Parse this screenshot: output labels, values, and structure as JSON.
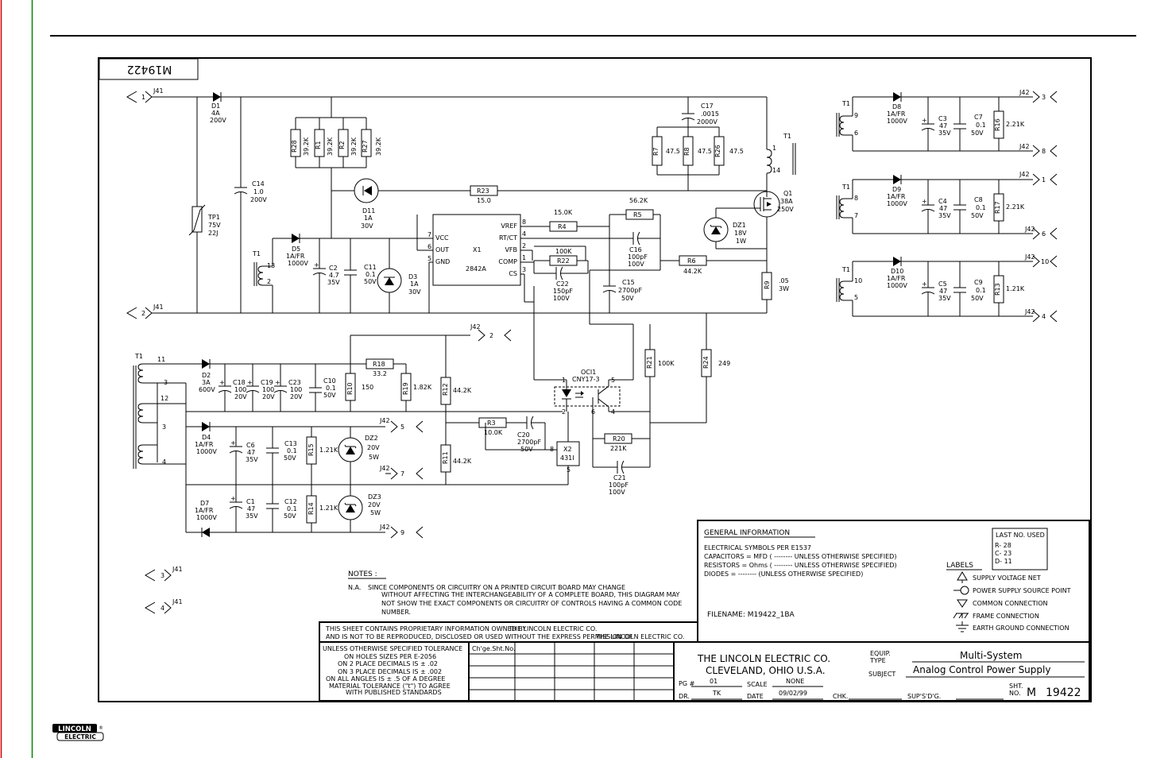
{
  "drawing_id": "M19422",
  "connectors": {
    "j41": "J41",
    "j42": "J42",
    "j41_pins": [
      "1",
      "2",
      "3",
      "4"
    ],
    "j42_pins": [
      "3",
      "8",
      "1",
      "6",
      "10",
      "4",
      "2",
      "5",
      "7",
      "9"
    ]
  },
  "components": {
    "d1": [
      "D1",
      "4A",
      "200V"
    ],
    "tp1": [
      "TP1",
      "75V",
      "22J"
    ],
    "c14": [
      "C14",
      "1.0",
      "200V"
    ],
    "r28": [
      "R28",
      "39.2K"
    ],
    "r1": [
      "R1",
      "39.2K"
    ],
    "r2": [
      "R2",
      "39.2K"
    ],
    "r27": [
      "R27",
      "39.2K"
    ],
    "d11": [
      "D11",
      "1A",
      "30V"
    ],
    "r23": [
      "R23",
      "15.0"
    ],
    "c17": [
      "C17",
      ".0015",
      "2000V"
    ],
    "r7": [
      "R7",
      "47.5"
    ],
    "r8": [
      "R8",
      "47.5"
    ],
    "r26": [
      "R26",
      "47.5"
    ],
    "q1": [
      "Q1",
      "38A",
      "250V"
    ],
    "dz1": [
      "DZ1",
      "18V",
      "1W"
    ],
    "d5": [
      "D5",
      "1A/FR",
      "1000V"
    ],
    "c2": [
      "C2",
      "4.7",
      "35V"
    ],
    "c11": [
      "C11",
      "0.1",
      "50V"
    ],
    "d3": [
      "D3",
      "1A",
      "30V"
    ],
    "x1": [
      "X1",
      "2842A"
    ],
    "x1_pins": [
      "VCC",
      "OUT",
      "GND",
      "VREF",
      "RT/CT",
      "VFB",
      "COMP",
      "CS"
    ],
    "x1_pin_nums": [
      "7",
      "6",
      "5",
      "8",
      "4",
      "2",
      "1",
      "3"
    ],
    "r4": [
      "R4",
      "15.0K"
    ],
    "r5": [
      "R5",
      "56.2K"
    ],
    "r22": [
      "R22",
      "100K"
    ],
    "c22": [
      "C22",
      "150pF",
      "100V"
    ],
    "c16": [
      "C16",
      "100pF",
      "100V"
    ],
    "c15": [
      "C15",
      "2700pF",
      "50V"
    ],
    "r6": [
      "R6",
      "44.2K"
    ],
    "r9": [
      "R9",
      ".05",
      "3W"
    ],
    "d8": [
      "D8",
      "1A/FR",
      "1000V"
    ],
    "c3": [
      "C3",
      "47",
      "35V"
    ],
    "c7": [
      "C7",
      "0.1",
      "50V"
    ],
    "r16": [
      "R16",
      "2.21K"
    ],
    "d9": [
      "D9",
      "1A/FR",
      "1000V"
    ],
    "c4": [
      "C4",
      "47",
      "35V"
    ],
    "c8": [
      "C8",
      "0.1",
      "50V"
    ],
    "r17": [
      "R17",
      "2.21K"
    ],
    "d10": [
      "D10",
      "1A/FR",
      "1000V"
    ],
    "c5": [
      "C5",
      "47",
      "35V"
    ],
    "c9": [
      "C9",
      "0.1",
      "50V"
    ],
    "r13": [
      "R13",
      "1.21K"
    ],
    "d2": [
      "D2",
      "3A",
      "600V"
    ],
    "c18": [
      "C18",
      "100",
      "20V"
    ],
    "c19": [
      "C19",
      "100",
      "20V"
    ],
    "c23": [
      "C23",
      "100",
      "20V"
    ],
    "c10": [
      "C10",
      "0.1",
      "50V"
    ],
    "r10": [
      "R10",
      "150"
    ],
    "r18": [
      "R18",
      "33.2"
    ],
    "r19": [
      "R19",
      "1.82K"
    ],
    "r12": [
      "R12",
      "44.2K"
    ],
    "r11": [
      "R11",
      "44.2K"
    ],
    "r3": [
      "R3",
      "10.0K"
    ],
    "c20": [
      "C20",
      "2700pF",
      "50V"
    ],
    "x2": [
      "X2",
      "431I"
    ],
    "oci1": [
      "OCI1",
      "CNY17-3"
    ],
    "r20": [
      "R20",
      "221K"
    ],
    "c21": [
      "C21",
      "100pF",
      "100V"
    ],
    "r21": [
      "R21",
      "100K"
    ],
    "r24": [
      "R24",
      "249"
    ],
    "d4": [
      "D4",
      "1A/FR",
      "1000V"
    ],
    "c6": [
      "C6",
      "47",
      "35V"
    ],
    "c13": [
      "C13",
      "0.1",
      "50V"
    ],
    "r15": [
      "R15",
      "1.21K"
    ],
    "dz2": [
      "DZ2",
      "20V",
      "5W"
    ],
    "d7": [
      "D7",
      "1A/FR",
      "1000V"
    ],
    "c1": [
      "C1",
      "47",
      "35V"
    ],
    "c12": [
      "C12",
      "0.1",
      "50V"
    ],
    "r14": [
      "R14",
      "1.21K"
    ],
    "dz3": [
      "DZ3",
      "20V",
      "5W"
    ],
    "t1": "T1"
  },
  "pin_labels": {
    "t1_top": [
      "1",
      "14"
    ],
    "t1_aux": [
      "13",
      "2"
    ],
    "t1_out1": [
      "9",
      "6"
    ],
    "t1_out2": [
      "8",
      "7"
    ],
    "t1_out3": [
      "10",
      "5"
    ],
    "t1_left": [
      "11",
      "3",
      "12",
      "3",
      "4"
    ],
    "oci1": [
      "1",
      "2",
      "6",
      "5",
      "4"
    ],
    "x2": [
      "8",
      "5"
    ]
  },
  "notes": {
    "title": "NOTES :",
    "na": "N.A.",
    "lines": [
      "SINCE COMPONENTS OR CIRCUITRY ON A PRINTED CIRCUIT BOARD MAY CHANGE",
      "WITHOUT AFFECTING THE INTERCHANGEABILITY OF A COMPLETE BOARD, THIS DIAGRAM MAY",
      "NOT SHOW THE EXACT COMPONENTS OR CIRCUITRY OF CONTROLS HAVING A COMMON CODE",
      "NUMBER."
    ]
  },
  "general_info": {
    "title": "GENERAL INFORMATION",
    "lines": [
      "ELECTRICAL SYMBOLS PER E1537",
      "CAPACITORS =    MFD  (  --------    UNLESS OTHERWISE SPECIFIED)",
      "RESISTORS = Ohms (    --------   UNLESS OTHERWISE SPECIFIED)",
      "DIODES =     --------     (UNLESS OTHERWISE SPECIFIED)"
    ],
    "filename": "FILENAME: M19422_1BA"
  },
  "last_no_used": {
    "title": "LAST NO. USED",
    "rows": [
      "R-  28",
      "C-  23",
      "D-  11"
    ]
  },
  "labels_legend": {
    "title": "LABELS",
    "items": [
      "SUPPLY  VOLTAGE NET",
      "POWER SUPPLY SOURCE POINT",
      "COMMON CONNECTION",
      "FRAME CONNECTION",
      "EARTH GROUND CONNECTION"
    ]
  },
  "proprietary": {
    "line1a": "THIS SHEET CONTAINS PROPRIETARY INFORMATION OWNED BY",
    "line1b": "THE LINCOLN ELECTRIC CO.",
    "line2a": "AND IS NOT TO BE REPRODUCED, DISCLOSED OR USED WITHOUT THE EXPRESS PERMISSION OF",
    "line2b": "THE LINCOLN ELECTRIC CO."
  },
  "tolerance": [
    "UNLESS OTHERWISE SPECIFIED TOLERANCE",
    "ON HOLES SIZES PER E-2056",
    "ON 2 PLACE DECIMALS IS ± .02",
    "ON 3 PLACE DECIMALS IS ± .002",
    "ON ALL ANGLES IS ± .5 OF A DEGREE",
    "MATERIAL TOLERANCE (\"t\") TO AGREE",
    "WITH PUBLISHED STANDARDS"
  ],
  "change_header": "Ch'ge.Sht.No.",
  "title_block": {
    "company1": "THE LINCOLN ELECTRIC CO.",
    "company2": "CLEVELAND, OHIO U.S.A.",
    "equip_label": "EQUIP.",
    "type_label": "TYPE",
    "equip_type": "Multi-System",
    "subject_label": "SUBJECT",
    "subject": "Analog Control Power Supply",
    "pg_label": "PG #",
    "pg": "01",
    "scale_label": "SCALE",
    "scale": "NONE",
    "dr_label": "DR.",
    "dr": "TK",
    "date_label": "DATE",
    "date": "09/02/99",
    "chk_label": "CHK.",
    "supsd_label": "SUP'S'D'G.",
    "sht_label": "SHT.",
    "no_label": "NO.",
    "sht_prefix": "M",
    "sht_no": "19422"
  },
  "footer_logo": {
    "top": "LINCOLN",
    "bottom": "ELECTRIC"
  },
  "colors": {
    "left_red": "#cc0000",
    "left_green": "#008800",
    "ink": "#000000"
  }
}
